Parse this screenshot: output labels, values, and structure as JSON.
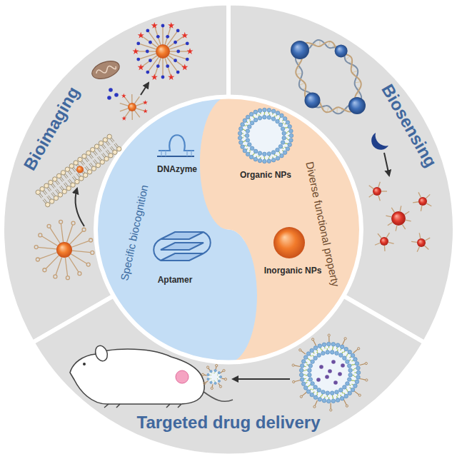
{
  "diagram": {
    "nodes": [
      {
        "text": [
          "Bioimaging"
        ]
      },
      {
        "text": [
          "Biosensing"
        ]
      },
      {
        "text": [
          "Targeted drug delivery"
        ]
      },
      {
        "text": [
          "Specific biocognition",
          "DNAzyme",
          "Aptamer"
        ]
      },
      {
        "text": [
          "Diverse functional property",
          "Organic NPs",
          "Inorganic NPs"
        ]
      }
    ]
  }
}
